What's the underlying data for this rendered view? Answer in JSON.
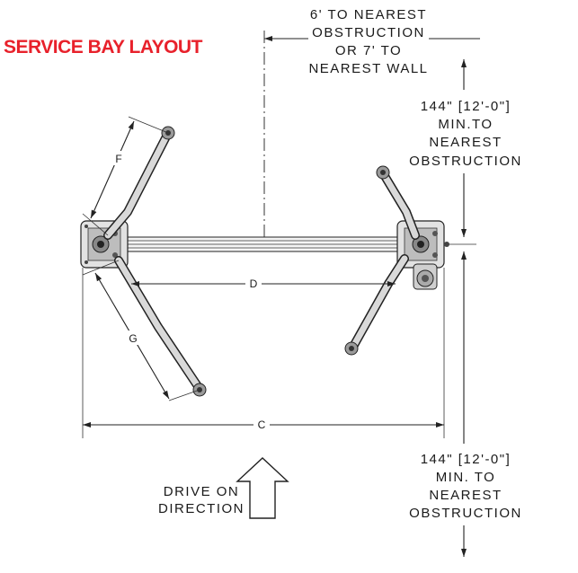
{
  "title": "SERVICE BAY LAYOUT",
  "top_note": [
    "6'  TO NEAREST",
    "OBSTRUCTION",
    "OR 7' TO",
    "NEAREST WALL"
  ],
  "right_top_note": [
    "144\" [12'-0\"]",
    "MIN.TO",
    "NEAREST",
    "OBSTRUCTION"
  ],
  "right_bottom_note": [
    "144\" [12'-0\"]",
    "MIN. TO",
    "NEAREST",
    "OBSTRUCTION"
  ],
  "drive_note": [
    "DRIVE ON",
    "DIRECTION"
  ],
  "dimensions": {
    "c": "C",
    "d": "D",
    "f": "F",
    "g": "G"
  },
  "colors": {
    "title": "#e8212b",
    "lines": "#222222"
  }
}
